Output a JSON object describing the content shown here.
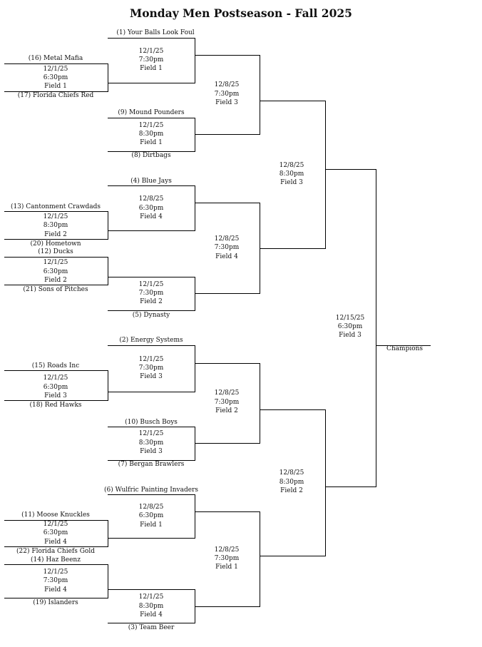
{
  "title": "Monday Men Postseason - Fall 2025",
  "champion_label": "Champions",
  "teams": {
    "t1": "(1) Your Balls Look Foul",
    "t16": "(16) Metal Mafia",
    "t17": "(17) Florida Chiefs Red",
    "t9": "(9) Mound Pounders",
    "t8": "(8) Dirtbags",
    "t4": "(4) Blue Jays",
    "t13": "(13) Cantonment Crawdads",
    "t20": "(20) Hometown",
    "t12": "(12) Ducks",
    "t21": "(21) Sons of Pitches",
    "t5": "(5) Dynasty",
    "t2": "(2) Energy Systems",
    "t15": "(15) Roads Inc",
    "t18": "(18) Red Hawks",
    "t10": "(10) Busch Boys",
    "t7": "(7) Bergan Brawlers",
    "t6": "(6) Wulfric Painting Invaders",
    "t11": "(11) Moose Knuckles",
    "t22": "(22) Florida Chiefs Gold",
    "t14": "(14) Haz Beenz",
    "t19": "(19) Islanders",
    "t3": "(3) Team Beer"
  },
  "games": {
    "g_16_17": {
      "date": "12/1/25",
      "time": "6:30pm",
      "field": "Field 1"
    },
    "g_1": {
      "date": "12/1/25",
      "time": "7:30pm",
      "field": "Field 1"
    },
    "g_9_8": {
      "date": "12/1/25",
      "time": "8:30pm",
      "field": "Field 1"
    },
    "g_13_20": {
      "date": "12/1/25",
      "time": "8:30pm",
      "field": "Field 2"
    },
    "g_4": {
      "date": "12/8/25",
      "time": "6:30pm",
      "field": "Field 4"
    },
    "g_12_21": {
      "date": "12/1/25",
      "time": "6:30pm",
      "field": "Field 2"
    },
    "g_5": {
      "date": "12/1/25",
      "time": "7:30pm",
      "field": "Field 2"
    },
    "g_2": {
      "date": "12/1/25",
      "time": "7:30pm",
      "field": "Field 3"
    },
    "g_15_18": {
      "date": "12/1/25",
      "time": "6:30pm",
      "field": "Field 3"
    },
    "g_10_7": {
      "date": "12/1/25",
      "time": "8:30pm",
      "field": "Field 3"
    },
    "g_6": {
      "date": "12/8/25",
      "time": "6:30pm",
      "field": "Field 1"
    },
    "g_11_22": {
      "date": "12/1/25",
      "time": "6:30pm",
      "field": "Field 4"
    },
    "g_14_19": {
      "date": "12/1/25",
      "time": "7:30pm",
      "field": "Field 4"
    },
    "g_3": {
      "date": "12/1/25",
      "time": "8:30pm",
      "field": "Field 4"
    },
    "q1": {
      "date": "12/8/25",
      "time": "7:30pm",
      "field": "Field 3"
    },
    "q2": {
      "date": "12/8/25",
      "time": "7:30pm",
      "field": "Field 4"
    },
    "q3": {
      "date": "12/8/25",
      "time": "7:30pm",
      "field": "Field 2"
    },
    "q4": {
      "date": "12/8/25",
      "time": "7:30pm",
      "field": "Field 1"
    },
    "s1": {
      "date": "12/8/25",
      "time": "8:30pm",
      "field": "Field 3"
    },
    "s2": {
      "date": "12/8/25",
      "time": "8:30pm",
      "field": "Field 2"
    },
    "final": {
      "date": "12/15/25",
      "time": "6:30pm",
      "field": "Field 3"
    }
  }
}
